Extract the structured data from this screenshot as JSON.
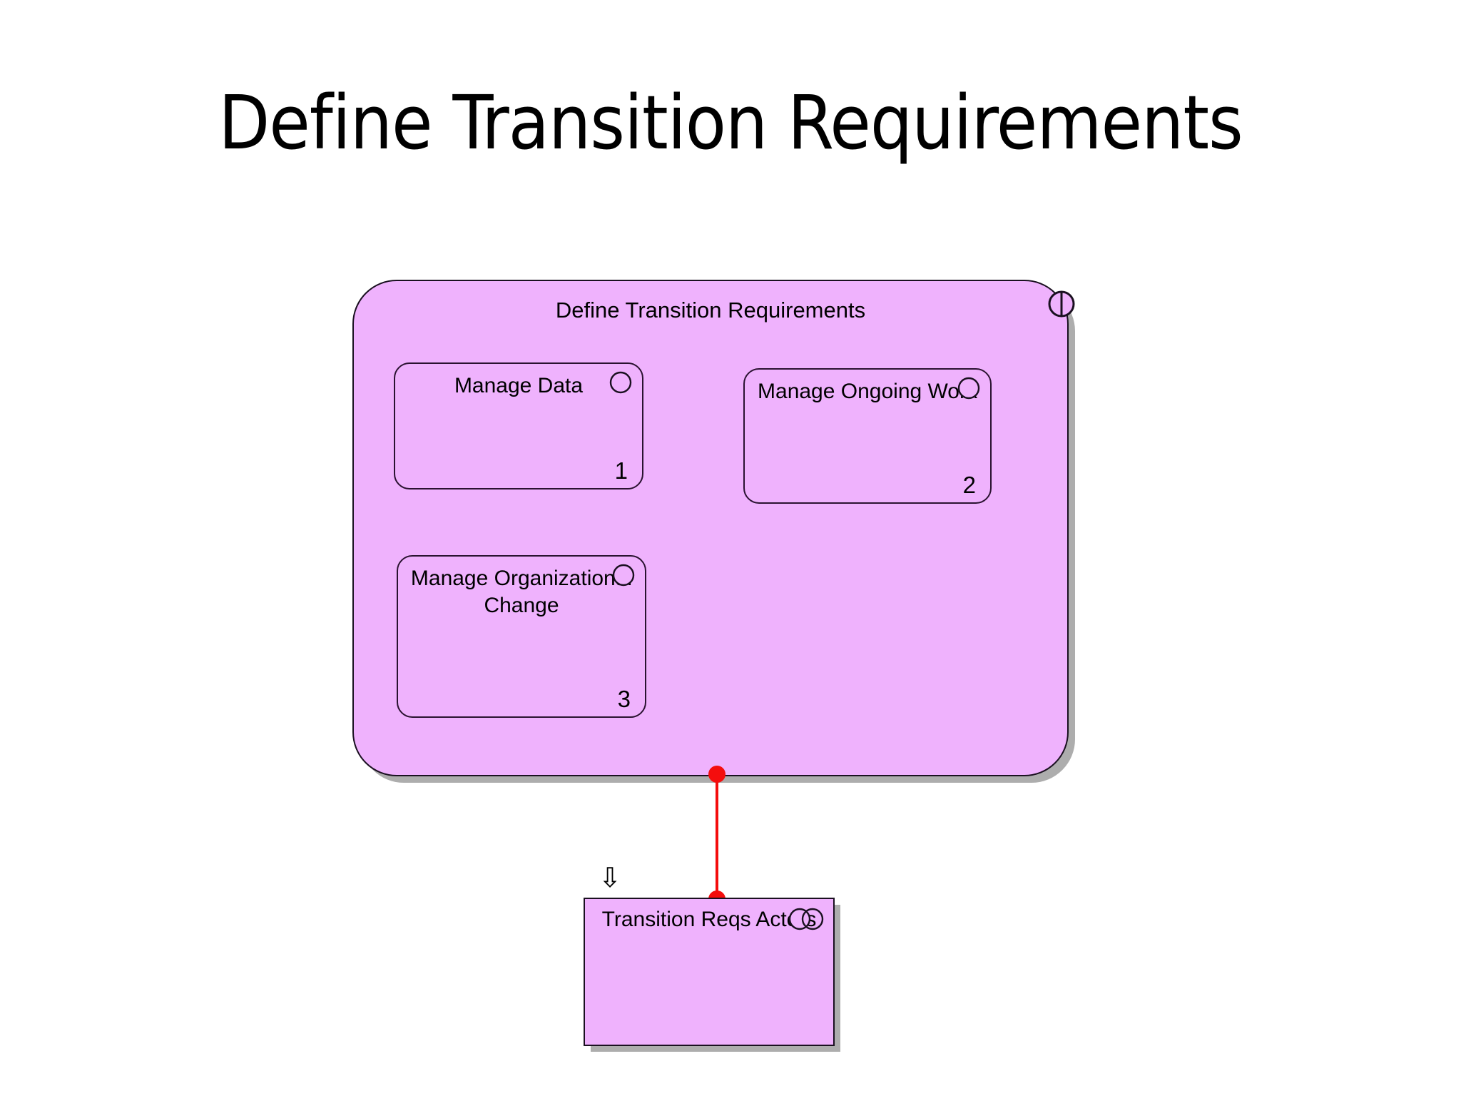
{
  "slide": {
    "title": "Define Transition Requirements"
  },
  "diagram": {
    "type": "idef0-decomposition",
    "colors": {
      "node_fill": "#efb2fd",
      "node_stroke": "#1a1020",
      "connector": "#f40d0d",
      "shadow": "#969696",
      "background": "#ffffff"
    },
    "container": {
      "title": "Define Transition Requirements",
      "marker_icon": "circle-vertical-bar-icon",
      "children": [
        {
          "label": "Manage Data",
          "number": "1",
          "marker_icon": "circle-icon"
        },
        {
          "label": "Manage Ongoing Work",
          "number": "2",
          "marker_icon": "circle-icon"
        },
        {
          "label": "Manage Organizational Change",
          "number": "3",
          "marker_icon": "circle-icon"
        }
      ]
    },
    "actor_node": {
      "label": "Transition Reqs Actors",
      "marker_icon": "two-overlapping-circles-icon",
      "inflow_icon": "⇩"
    },
    "connector": {
      "style": "solid-line-with-endpoint-dots",
      "from": "container",
      "to": "actor_node"
    }
  }
}
